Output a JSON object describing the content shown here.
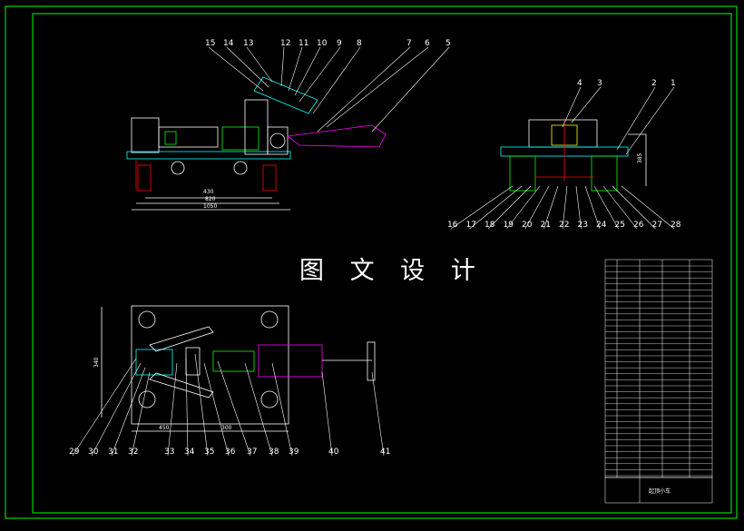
{
  "watermark": "图 文 设 计",
  "callouts_top_left": [
    "15",
    "14",
    "13",
    "12",
    "11",
    "10",
    "9",
    "8",
    "7",
    "6",
    "5"
  ],
  "callouts_top_right": [
    "4",
    "3",
    "2",
    "1"
  ],
  "callouts_right_bottom": [
    "16",
    "17",
    "18",
    "19",
    "20",
    "21",
    "22",
    "23",
    "24",
    "25",
    "26",
    "27",
    "28"
  ],
  "callouts_bottom": [
    "29",
    "30",
    "31",
    "32",
    "33",
    "34",
    "35",
    "36",
    "37",
    "38",
    "39",
    "40",
    "41"
  ],
  "dims_front": [
    "430",
    "820",
    "1050"
  ],
  "dims_side": [
    "385"
  ],
  "dims_plan": [
    "340",
    "450",
    "300"
  ],
  "title_block": {
    "name": "起顶小车"
  },
  "colors": {
    "frame": "#00ff00",
    "line": "#ffffff",
    "cyan": "#00ffff",
    "accent": "#ff0000",
    "magenta": "#ff00ff",
    "yellow": "#ffff00"
  }
}
